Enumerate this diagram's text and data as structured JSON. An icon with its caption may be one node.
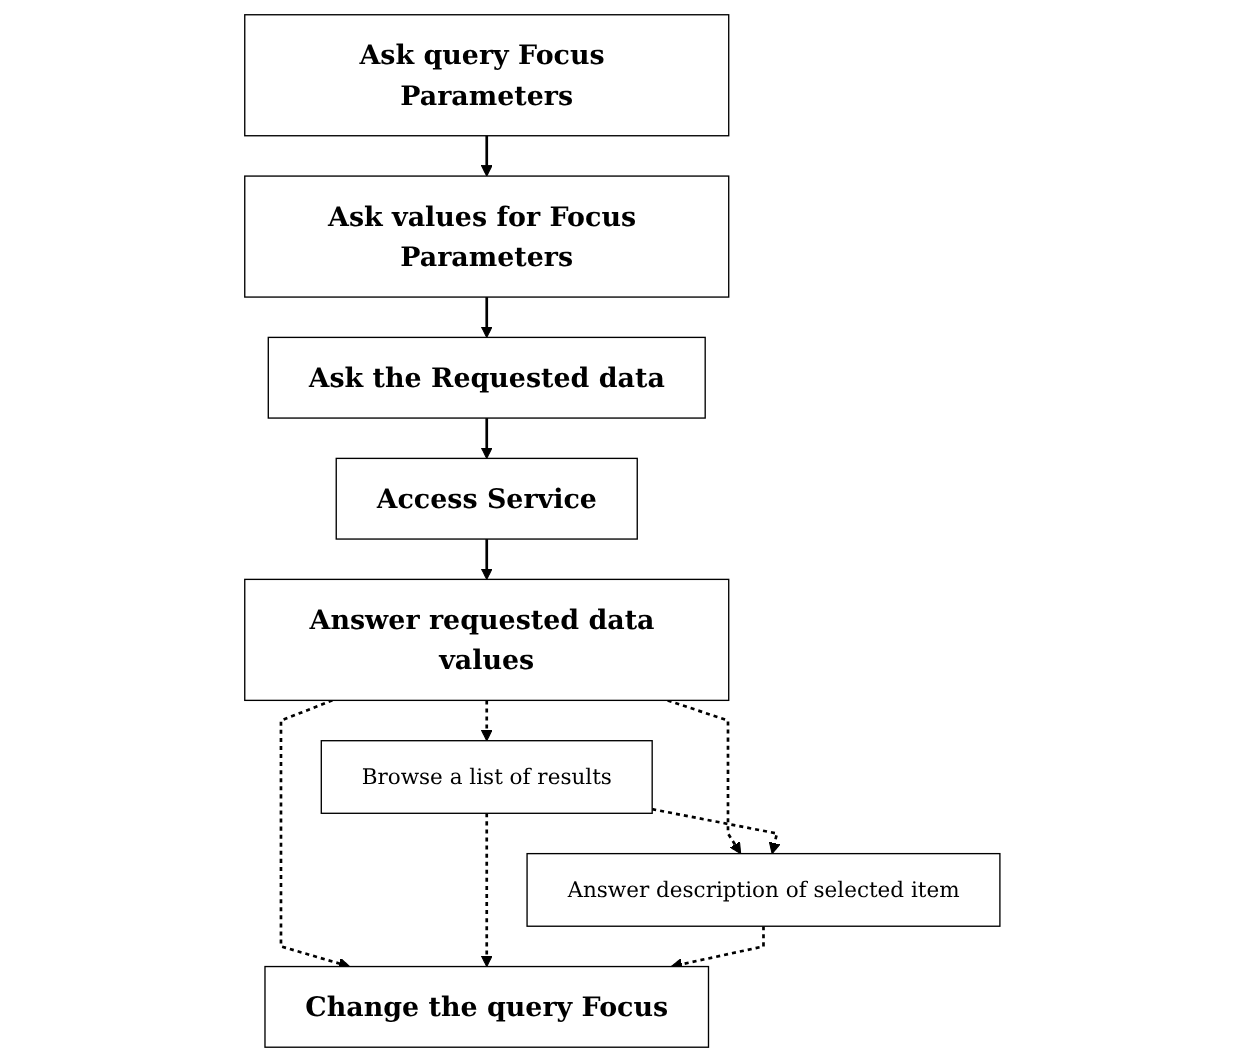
{
  "diagram": {
    "nodes": [
      {
        "text": [
          "Ask query Focus Parameters"
        ]
      },
      {
        "text": [
          "Ask values for Focus Parameters"
        ]
      },
      {
        "text": [
          "Ask the Requested data"
        ]
      },
      {
        "text": [
          "Access Service"
        ]
      },
      {
        "text": [
          "Answer requested data values"
        ]
      },
      {
        "text": [
          "Browse a list of results"
        ]
      },
      {
        "text": [
          "Answer description of selected item"
        ]
      },
      {
        "text": [
          "Change the query Focus"
        ]
      }
    ],
    "edges": [
      {
        "from": 0,
        "to": 1,
        "arrow": "to"
      },
      {
        "from": 1,
        "to": 2,
        "arrow": "to"
      },
      {
        "from": 2,
        "to": 3,
        "arrow": "to"
      },
      {
        "from": 3,
        "to": 4,
        "arrow": "to"
      },
      {
        "from": 4,
        "to": 5,
        "arrow": "to",
        "style": "dashed"
      },
      {
        "from": 4,
        "to": 7,
        "arrow": "to",
        "style": "dashed"
      },
      {
        "from": 4,
        "to": 6,
        "arrow": "to",
        "style": "dashed"
      },
      {
        "from": 5,
        "to": 6,
        "arrow": "to",
        "style": "dashed"
      },
      {
        "from": 5,
        "to": 7,
        "arrow": "to",
        "style": "dashed"
      },
      {
        "from": 6,
        "to": 7,
        "arrow": "to",
        "style": "dashed"
      }
    ]
  }
}
